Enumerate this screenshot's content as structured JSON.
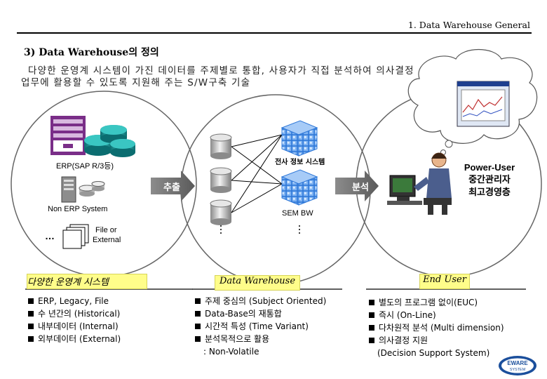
{
  "header": {
    "title": "1. Data Warehouse General"
  },
  "section": {
    "title": "3) Data Warehouse의 정의",
    "desc_line1": "다양한 운영계 시스템이 가진 데이터를 주제별로 통합, 사용자가 직접 분석하여 의사결정",
    "desc_line2": "업무에 활용할 수 있도록 지원해 주는 S/W구축 기술"
  },
  "left": {
    "erp_label": "ERP(SAP R/3등)",
    "non_erp_label": "Non ERP System",
    "ellipsis": "…",
    "file_label_1": "File or",
    "file_label_2": "External",
    "caption": "다양한 운영계 시스템",
    "bullets": [
      "ERP, Legacy, File",
      "수 년간의 (Historical)",
      "내부데이터 (Internal)",
      "외부데이터 (External)"
    ]
  },
  "middle": {
    "enterprise_label": "전사 정보 시스템",
    "sem_label": "SEM BW",
    "caption": "Data Warehouse",
    "bullets": [
      "주제 중심의 (Subject Oriented)",
      "Data-Base의 재통합",
      "시간적 특성 (Time Variant)",
      "분석목적으로 활용"
    ],
    "bullet_note": ": Non-Volatile"
  },
  "arrows": {
    "extract": "추출",
    "analyze": "분석"
  },
  "right": {
    "user_line1": "Power-User",
    "user_line2": "중간관리자",
    "user_line3": "최고경영층",
    "caption": "End User",
    "bullets": [
      "별도의 프로그램 없이(EUC)",
      "즉시 (On-Line)",
      "다차원적 분석 (Multi dimension)",
      "의사결정 지원"
    ],
    "bullet_note": "(Decision Support System)"
  },
  "logo": {
    "line1": "EWARE",
    "line2": "SYSTEM"
  },
  "colors": {
    "arrow": "#777777",
    "cube": "#2f78d8",
    "disk": "#c9c9c9",
    "teal": "#1fb0ae",
    "server": "#7a2e88"
  }
}
